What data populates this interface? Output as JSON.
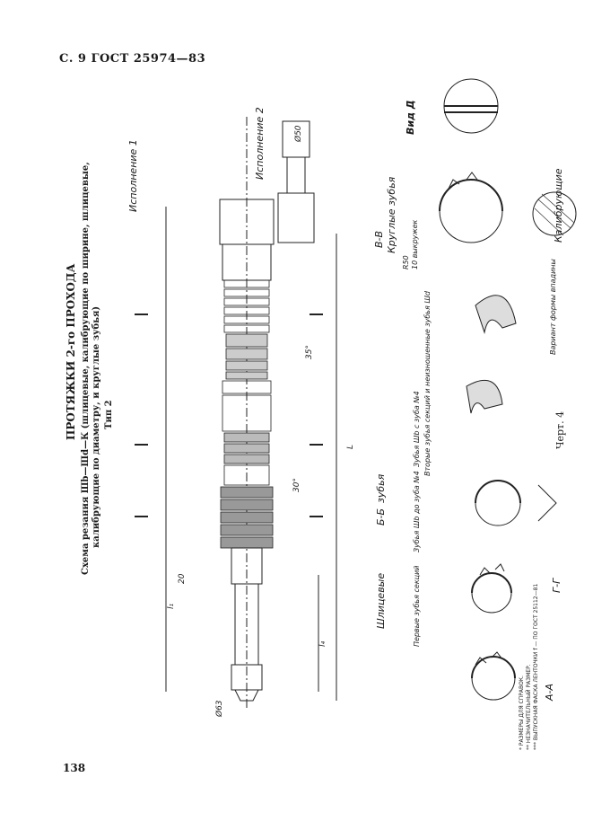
{
  "header": {
    "text": "С. 9 ГОСТ 25974—83"
  },
  "page_number": "138",
  "title": {
    "main": "ПРОТЯЖКИ 2-го ПРОХОДА",
    "line1": "Схема резания Ш",
    "line2": "калибрующие по диаметру, и круглые зубья)",
    "type": "Тип 2"
  },
  "labels": {
    "execution1": "Исполнение 1",
    "execution2": "Исполнение 2",
    "view_d": "Вид Д",
    "section_aa": "А-А",
    "section_bb": "Б-Б",
    "section_vv": "В-В",
    "section_gg": "Г-Г",
    "round_teeth": "Круглые зубья",
    "splined": "Шлицевые",
    "teeth": "зубья",
    "first_section": "Первые зубья секций",
    "teeth_sh_to4": "Зубья Шb до зуба №4",
    "teeth_sh_from4": "Зубья Шb с зуба №4",
    "second_section": "Вторые зубья секций и неизношенные зубья Шd",
    "variant_groove": "Вариант формы впадины",
    "calibrating": "Калибрующие",
    "chart": "Черт. 4",
    "d_phi63": "Ø63",
    "d_phi50": "Ø50",
    "dim_20": "20",
    "dim_L": "L",
    "dim_l1": "l₁",
    "dim_l4": "l₄",
    "angle_30": "30°",
    "angle_35": "35°",
    "R50": "R50",
    "ten_teeth": "10 выкружек"
  },
  "footnotes": [
    "* РАЗМЕРЫ ДЛЯ СПРАВОК.",
    "** НЕЗНАЧИТЕЛЬНЫЙ РАЗМЕР.",
    "*** ВЫПУСКНАЯ ФАСКА ЛЕНТОЧКИ f — ПО ГОСТ 25112—81"
  ]
}
